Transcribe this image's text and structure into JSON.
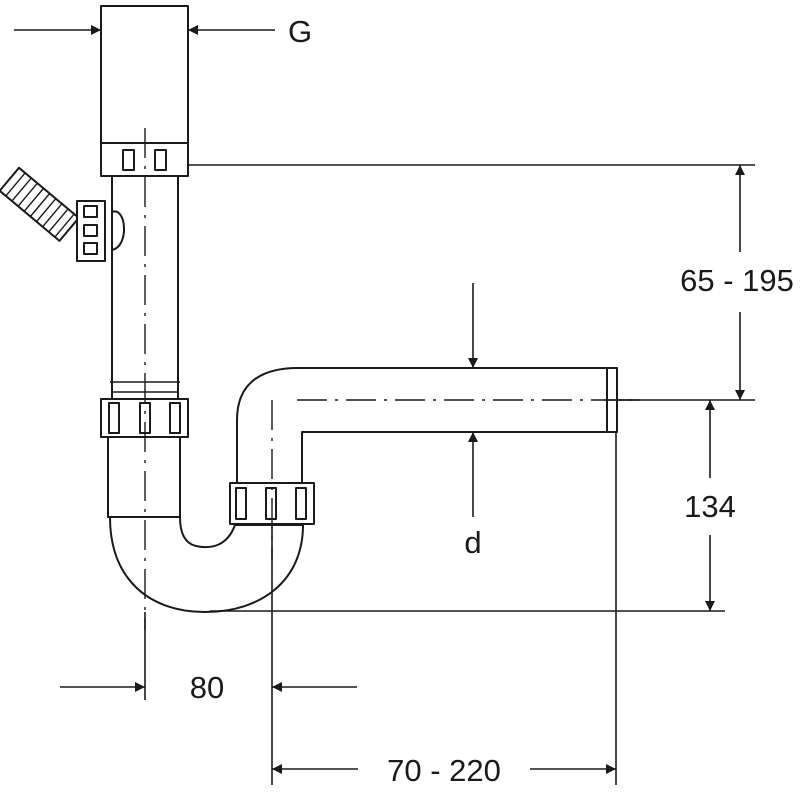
{
  "dimensions": {
    "g": "G",
    "height_range": "65 - 195",
    "trap_height": "134",
    "offset": "80",
    "outlet_range": "70 - 220",
    "diameter": "d"
  }
}
